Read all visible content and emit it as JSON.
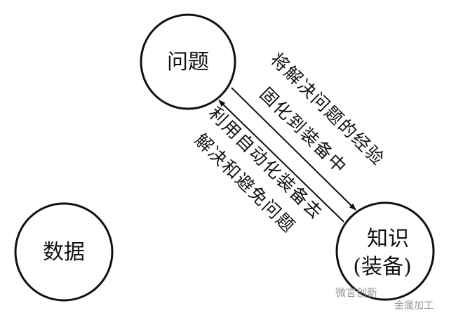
{
  "nodes": {
    "problem": "问题",
    "data": "数据",
    "knowledge_line1": "知识",
    "knowledge_line2": "(装备)"
  },
  "edges": {
    "problem_to_knowledge": {
      "line1": "将解决问题的经验",
      "line2": "固化到装备中"
    },
    "knowledge_to_problem": {
      "line1": "利用自动化装备去",
      "line2": "解决和避免问题"
    }
  },
  "watermark": {
    "line1": "微言创新",
    "line2": "金属加工"
  },
  "colors": {
    "stroke": "#111111",
    "background": "#ffffff"
  }
}
